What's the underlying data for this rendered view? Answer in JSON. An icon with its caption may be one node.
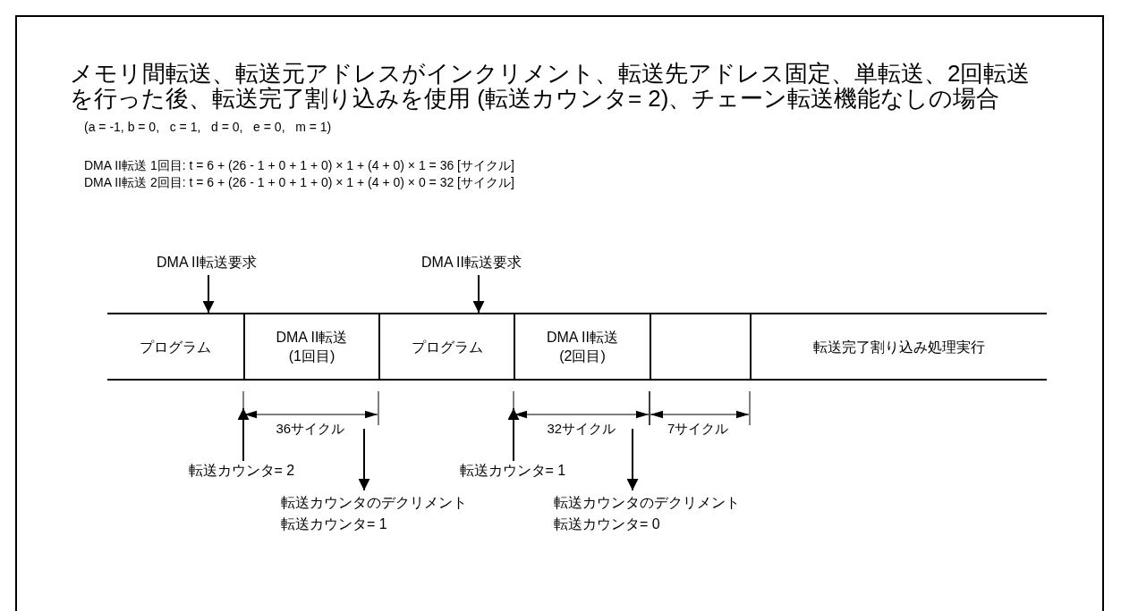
{
  "diagram": {
    "title": "メモリ間転送、転送元アドレスがインクリメント、転送先アドレス固定、単転送、2回転送を行った後、転送完了割り込みを使用 (転送カウンタ= 2)、チェーン転送機能なしの場合",
    "nodes": [
      {
        "text": [
          "DMA II転送要求"
        ]
      },
      {
        "text": [
          "DMA II転送要求"
        ]
      },
      {
        "text": [
          "プログラム"
        ]
      },
      {
        "text": [
          "DMA II転送 (1回目)"
        ]
      },
      {
        "text": [
          "プログラム"
        ]
      },
      {
        "text": [
          "DMA II転送 (2回目)"
        ]
      },
      {
        "text": [],
        "shape": "box"
      },
      {
        "text": [
          "転送完了割り込み処理実行"
        ]
      },
      {
        "text": [
          "転送カウンタ= 2"
        ]
      },
      {
        "text": [
          "転送カウンタ= 1"
        ]
      },
      {
        "text": [
          "転送カウンタのデクリメント",
          "転送カウンタ= 1"
        ]
      },
      {
        "text": [
          "転送カウンタのデクリメント",
          "転送カウンタ= 0"
        ]
      }
    ],
    "edges": [
      {
        "from": 0,
        "to": 2,
        "arrow": "to"
      },
      {
        "from": 1,
        "to": 4,
        "arrow": "to"
      },
      {
        "from": 8,
        "to": 3,
        "arrow": "to"
      },
      {
        "from": 9,
        "to": 5,
        "arrow": "to"
      },
      {
        "from": null,
        "to": 10,
        "arrow": "to"
      },
      {
        "from": null,
        "to": 11,
        "arrow": "to"
      }
    ],
    "labels": [
      "(a = -1, b = 0,   c = 1,   d = 0,   e = 0,   m = 1)",
      "DMA II転送 1回目: t = 6 + (26 - 1 + 0 + 1 + 0) × 1 + (4 + 0) × 1 = 36 [サイクル]",
      "DMA II転送 2回目: t = 6 + (26 - 1 + 0 + 1 + 0) × 1 + (4 + 0) × 0 = 32 [サイクル]",
      "36サイクル",
      "32サイクル",
      "7サイクル"
    ]
  }
}
